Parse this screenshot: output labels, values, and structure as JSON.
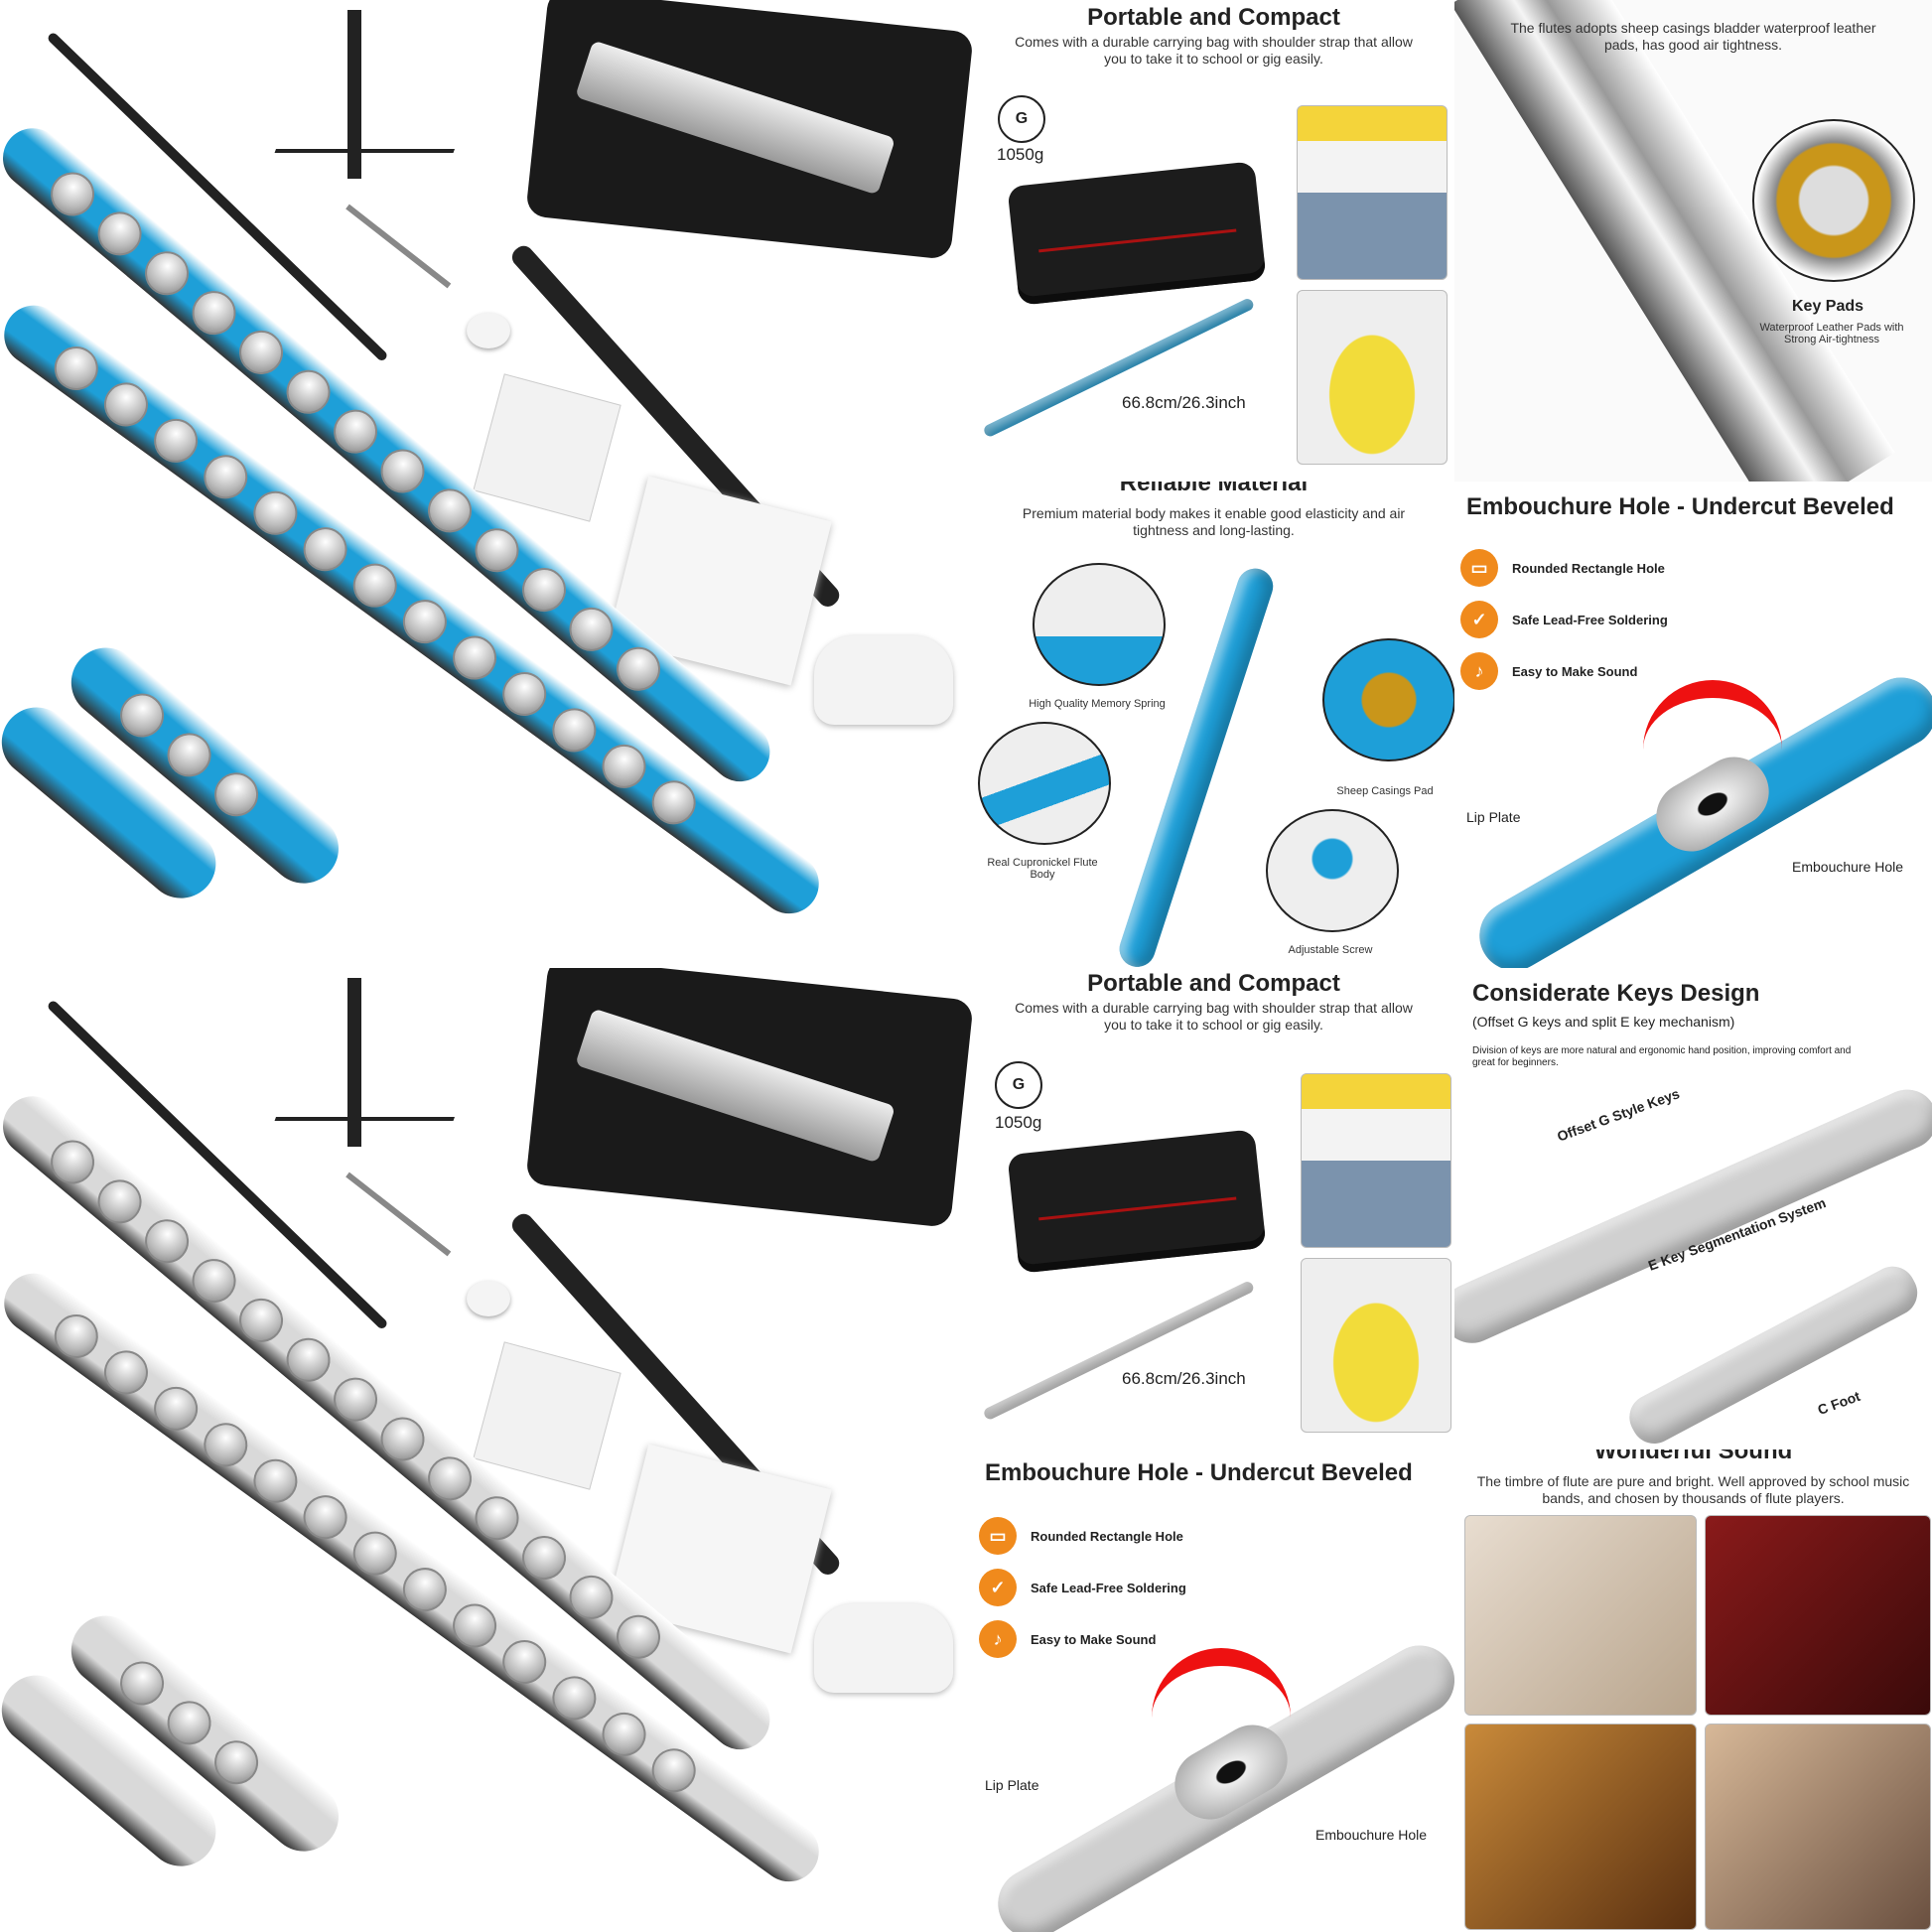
{
  "colors": {
    "blue": "#1e9fd8",
    "silver": "#d9d9d9",
    "orange": "#f08a1c",
    "bag": "#1c1c1c",
    "red": "#e11"
  },
  "panel_portable_blue": {
    "title": "Portable and  Compact",
    "desc": "Comes with a durable carrying bag with shoulder strap that allow you to take it to school or gig easily.",
    "weight": "1050g",
    "length": "66.8cm/26.3inch",
    "weight_icon": "weight-icon"
  },
  "panel_keypads": {
    "heading": "Key Pads",
    "desc": "The flutes adopts sheep casings bladder waterproof leather pads, has good air tightness.",
    "callout_title": "Key Pads",
    "callout_desc": "Waterproof Leather Pads with Strong Air-tightness"
  },
  "panel_reliable": {
    "title": "Reliable Material",
    "desc": "Premium material body makes it enable good elasticity and air tightness and long-lasting.",
    "labels": [
      "High Quality Memory Spring",
      "Sheep Casings Pad",
      "Real Cupronickel Flute Body",
      "Adjustable Screw"
    ]
  },
  "panel_embouchure_blue": {
    "title": "Embouchure Hole - Undercut Beveled",
    "features": [
      "Rounded Rectangle Hole",
      "Safe Lead-Free Soldering",
      "Easy to Make Sound"
    ],
    "lip_plate": "Lip Plate",
    "embouchure_hole": "Embouchure Hole"
  },
  "panel_portable_silver": {
    "title": "Portable and  Compact",
    "desc": "Comes with a durable carrying bag with shoulder strap that allow you to take it to school or gig easily.",
    "weight": "1050g",
    "length": "66.8cm/26.3inch"
  },
  "panel_keys": {
    "title": "Considerate Keys Design",
    "subtitle": "(Offset G keys and split E key mechanism)",
    "desc": "Division of keys are more natural and ergonomic hand position, improving comfort and great for beginners.",
    "labels": [
      "Offset G Style Keys",
      "E Key Segmentation System",
      "C Foot"
    ]
  },
  "panel_embouchure_silver": {
    "title": "Embouchure Hole - Undercut Beveled",
    "features": [
      "Rounded Rectangle Hole",
      "Safe Lead-Free Soldering",
      "Easy to Make Sound"
    ],
    "lip_plate": "Lip Plate",
    "embouchure_hole": "Embouchure Hole"
  },
  "panel_sound": {
    "title": "Wonderful Sound",
    "desc": "The timbre of flute are pure and bright. Well approved by school music bands, and chosen by thousands of flute players."
  }
}
